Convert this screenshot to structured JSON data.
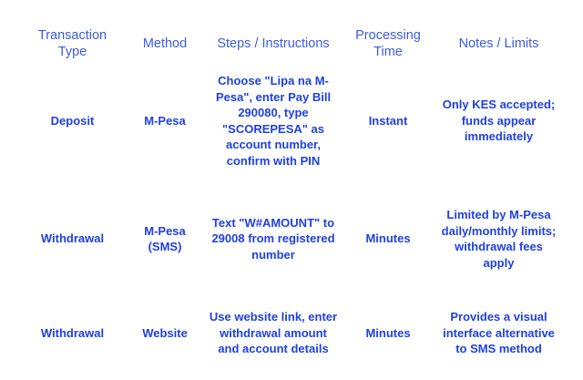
{
  "table": {
    "columns": [
      {
        "id": "transaction-type",
        "label": "Transaction Type"
      },
      {
        "id": "method",
        "label": "Method"
      },
      {
        "id": "steps-instructions",
        "label": "Steps / Instructions"
      },
      {
        "id": "processing-time",
        "label": "Processing Time"
      },
      {
        "id": "notes-limits",
        "label": "Notes / Limits"
      }
    ],
    "rows": [
      {
        "transaction_type": "Deposit",
        "method": "M-Pesa",
        "steps": "Choose \"Lipa na M-Pesa\", enter Pay Bill 290080, type \"SCOREPESA\" as account number, confirm with PIN",
        "processing_time": "Instant",
        "notes": "Only KES accepted; funds appear immediately"
      },
      {
        "transaction_type": "Withdrawal",
        "method": "M-Pesa (SMS)",
        "steps": "Text \"W#AMOUNT\" to 29008 from registered number",
        "processing_time": "Minutes",
        "notes": "Limited by M-Pesa daily/monthly limits; withdrawal fees apply"
      },
      {
        "transaction_type": "Withdrawal",
        "method": "Website",
        "steps": "Use website link, enter withdrawal amount and account details",
        "processing_time": "Minutes",
        "notes": "Provides a visual interface alternative to SMS method"
      }
    ]
  },
  "colors": {
    "header_text": "#3d5ce0",
    "body_text": "#1f40e6",
    "divider": "#5a78d8",
    "background": "#ffffff"
  }
}
